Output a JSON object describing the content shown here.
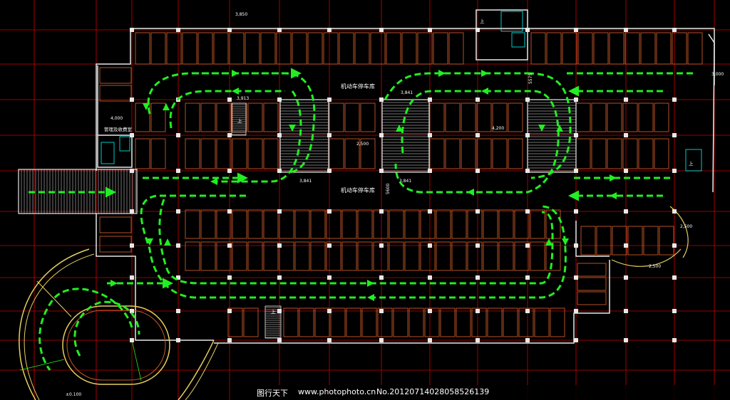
{
  "drawing": {
    "labels": {
      "dim_3850": "3,850",
      "stair_up_a": "上",
      "stair_up_b": "上",
      "stair_up_c": "上",
      "stair_up_d": "上",
      "dim_3000": "3,000",
      "dim_4000": "4,000",
      "mgmt_room": "管理及收费室",
      "dim_3913": "3,913",
      "dim_5575": "5575",
      "dim_3841_a": "3,841",
      "dim_3841_b": "3,841",
      "dim_3841_c": "3,841",
      "dim_4200": "4,200",
      "dim_2500_a": "2,500",
      "dim_5600": "5600",
      "dim_2500_b": "2,500",
      "dim_2500_c": "2,500",
      "dim_0100": "±0.100",
      "zone_upper": "机动车停车库",
      "zone_lower": "机动车停车库"
    }
  },
  "watermark": {
    "site": "图行天下",
    "url": "www.photophoto.cn",
    "number": "No.20120714028058526139"
  },
  "colors": {
    "background": "#000000",
    "grid": "#cc0000",
    "walls": "#e8e8e8",
    "parking": "#c85a2a",
    "traffic_arrows": "#22ee22",
    "ramp": "#e8d060",
    "stair_cyan": "#00ffff"
  }
}
